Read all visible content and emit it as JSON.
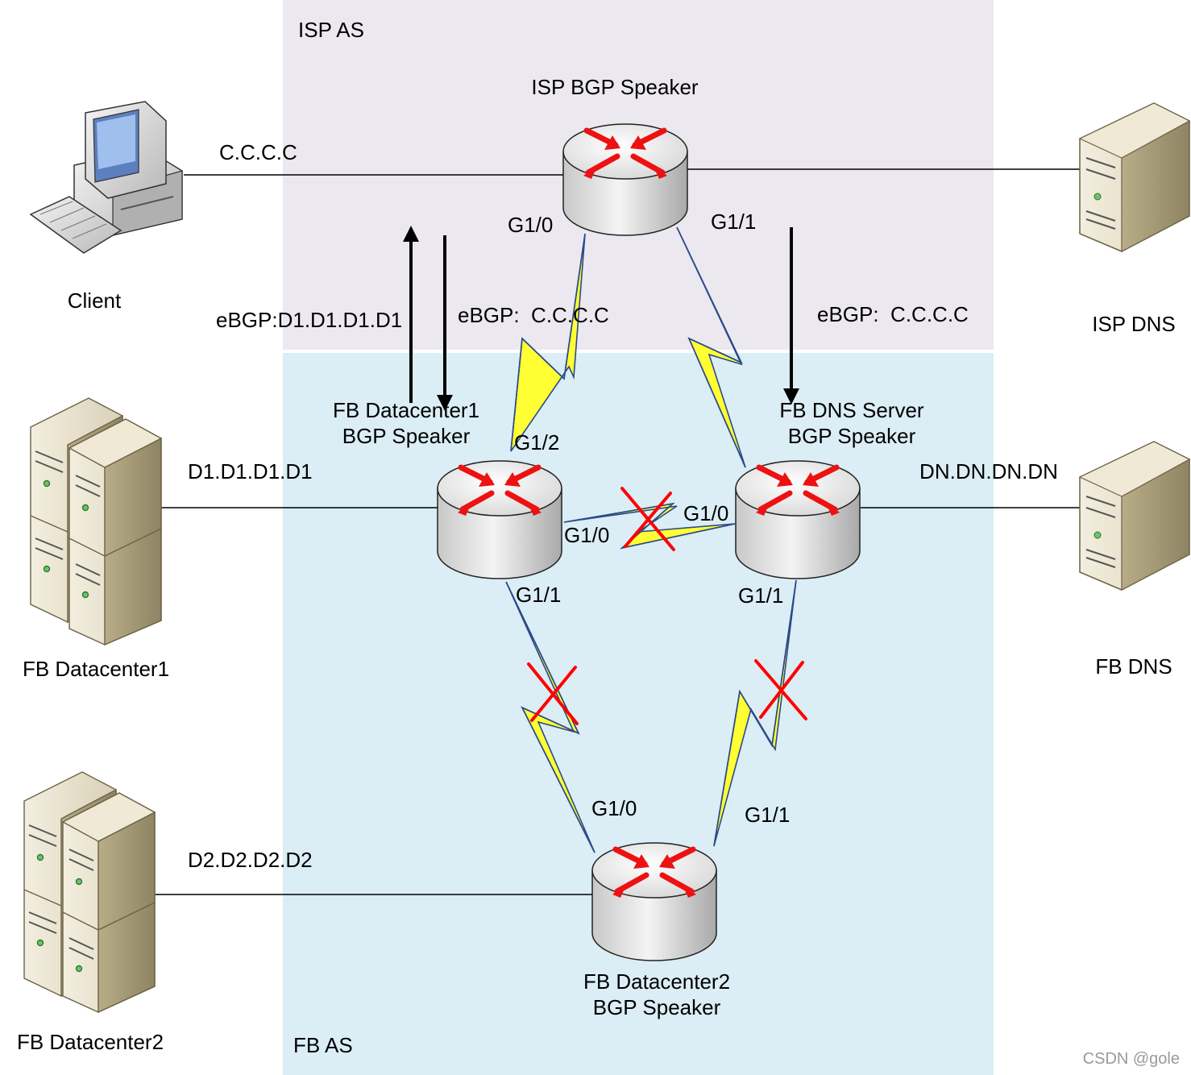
{
  "zones": {
    "isp": {
      "title": "ISP AS",
      "color": "#ece8f0"
    },
    "fb": {
      "title": "FB AS",
      "color": "#dbedf5"
    }
  },
  "routers": {
    "isp": {
      "line1": "ISP BGP Speaker",
      "line2": ""
    },
    "fbdc1": {
      "line1": "FB Datacenter1",
      "line2": "BGP Speaker"
    },
    "fbdns": {
      "line1": "FB DNS Server",
      "line2": "BGP Speaker"
    },
    "fbdc2": {
      "line1": "FB Datacenter2",
      "line2": "BGP Speaker"
    }
  },
  "hosts": {
    "client": {
      "label": "Client",
      "address": "C.C.C.C"
    },
    "isp_dns": {
      "label": "ISP DNS"
    },
    "fb_dc1": {
      "label": "FB Datacenter1",
      "address": "D1.D1.D1.D1"
    },
    "fb_dc2": {
      "label": "FB Datacenter2",
      "address": "D2.D2.D2.D2"
    },
    "fb_dns": {
      "label": "FB DNS",
      "address": "DN.DN.DN.DN"
    }
  },
  "interfaces": {
    "isp_g10": "G1/0",
    "isp_g11": "G1/1",
    "dc1_g12": "G1/2",
    "dc1_g10": "G1/0",
    "dc1_g11": "G1/1",
    "dns_g10": "G1/0",
    "dns_g11": "G1/1",
    "dc2_g10": "G1/0",
    "dc2_g11": "G1/1"
  },
  "announcements": {
    "ebgp_d1": "eBGP:D1.D1.D1.D1",
    "ebgp_c_left": "eBGP:  C.C.C.C",
    "ebgp_c_right": "eBGP:  C.C.C.C"
  },
  "watermark": "CSDN @gole",
  "colors": {
    "link_bolt": "#ffff33",
    "failure_x": "#ff0000",
    "router_arrow": "#ee1111"
  }
}
